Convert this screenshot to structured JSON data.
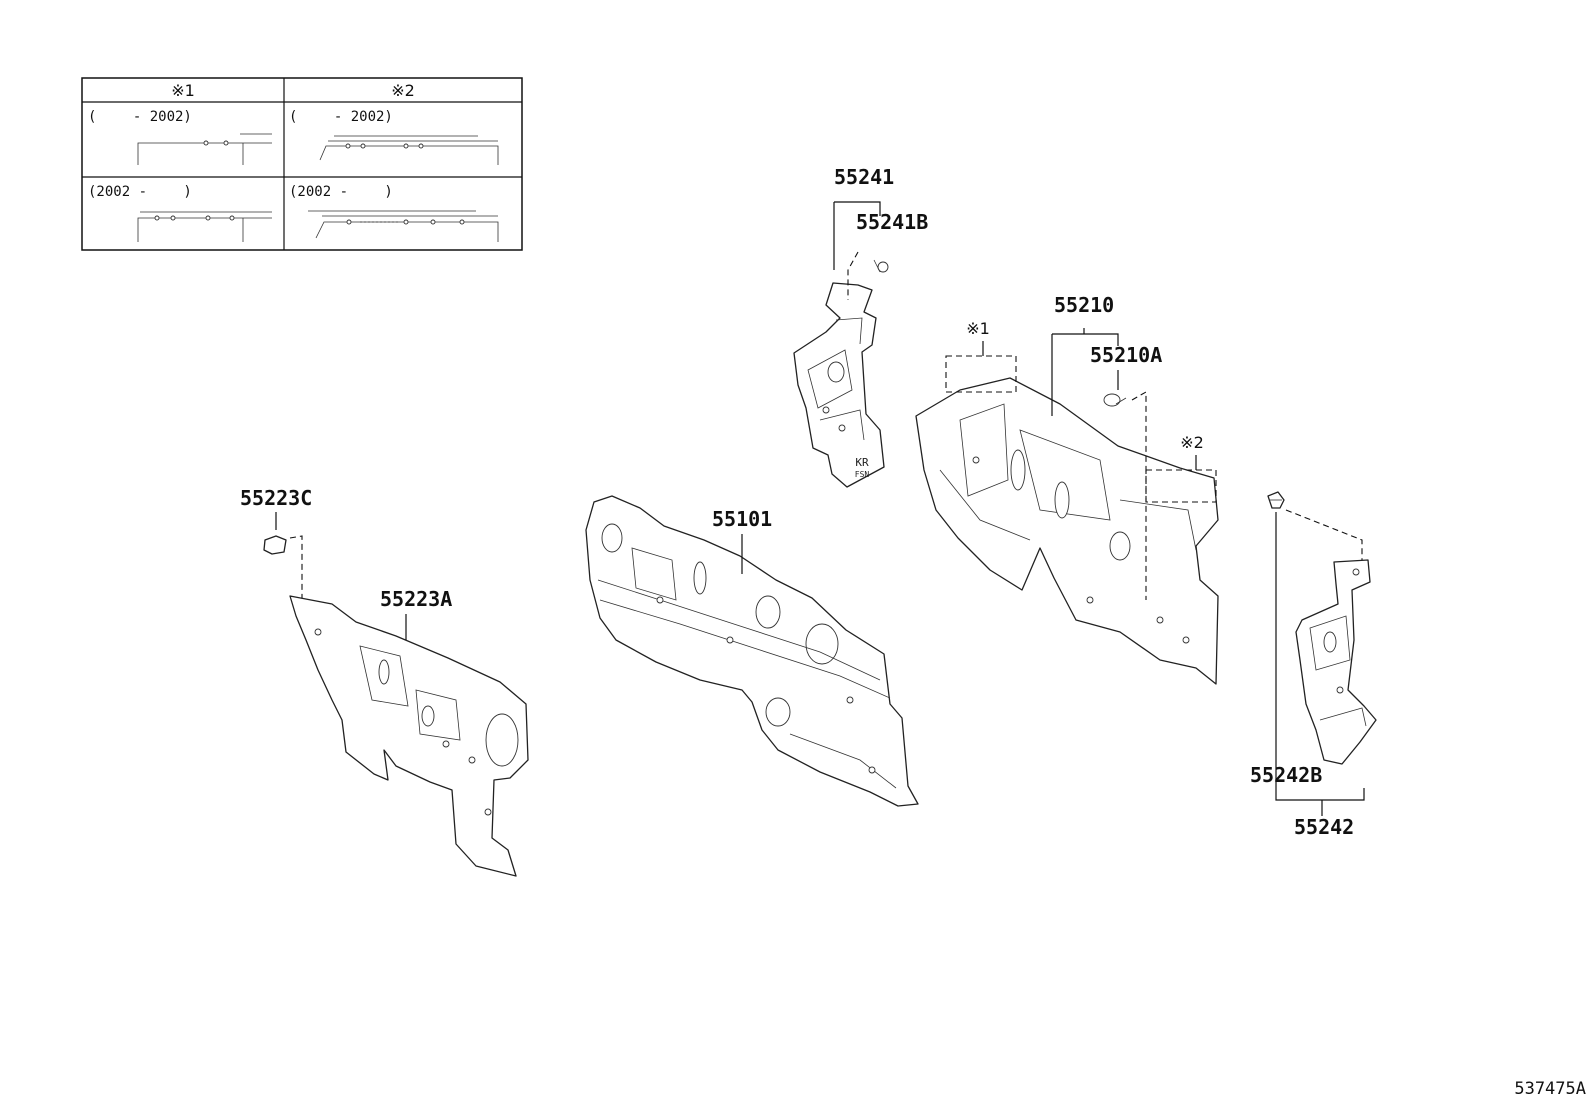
{
  "variant_table": {
    "headers": [
      "※1",
      "※2"
    ],
    "rows": [
      [
        "(　　 - 2002)",
        "(　　 - 2002)"
      ],
      [
        "(2002 -　　 )",
        "(2002 -　　 )"
      ]
    ]
  },
  "parts": {
    "p55241": "55241",
    "p55241B": "55241B",
    "p55210": "55210",
    "p55210A": "55210A",
    "p55223C": "55223C",
    "p55223A": "55223A",
    "p55101": "55101",
    "p55242B": "55242B",
    "p55242": "55242"
  },
  "callouts": {
    "mark1": "※1",
    "mark2": "※2"
  },
  "bracket_stamp": "KR\nFSN",
  "diagram_id": "537475A"
}
